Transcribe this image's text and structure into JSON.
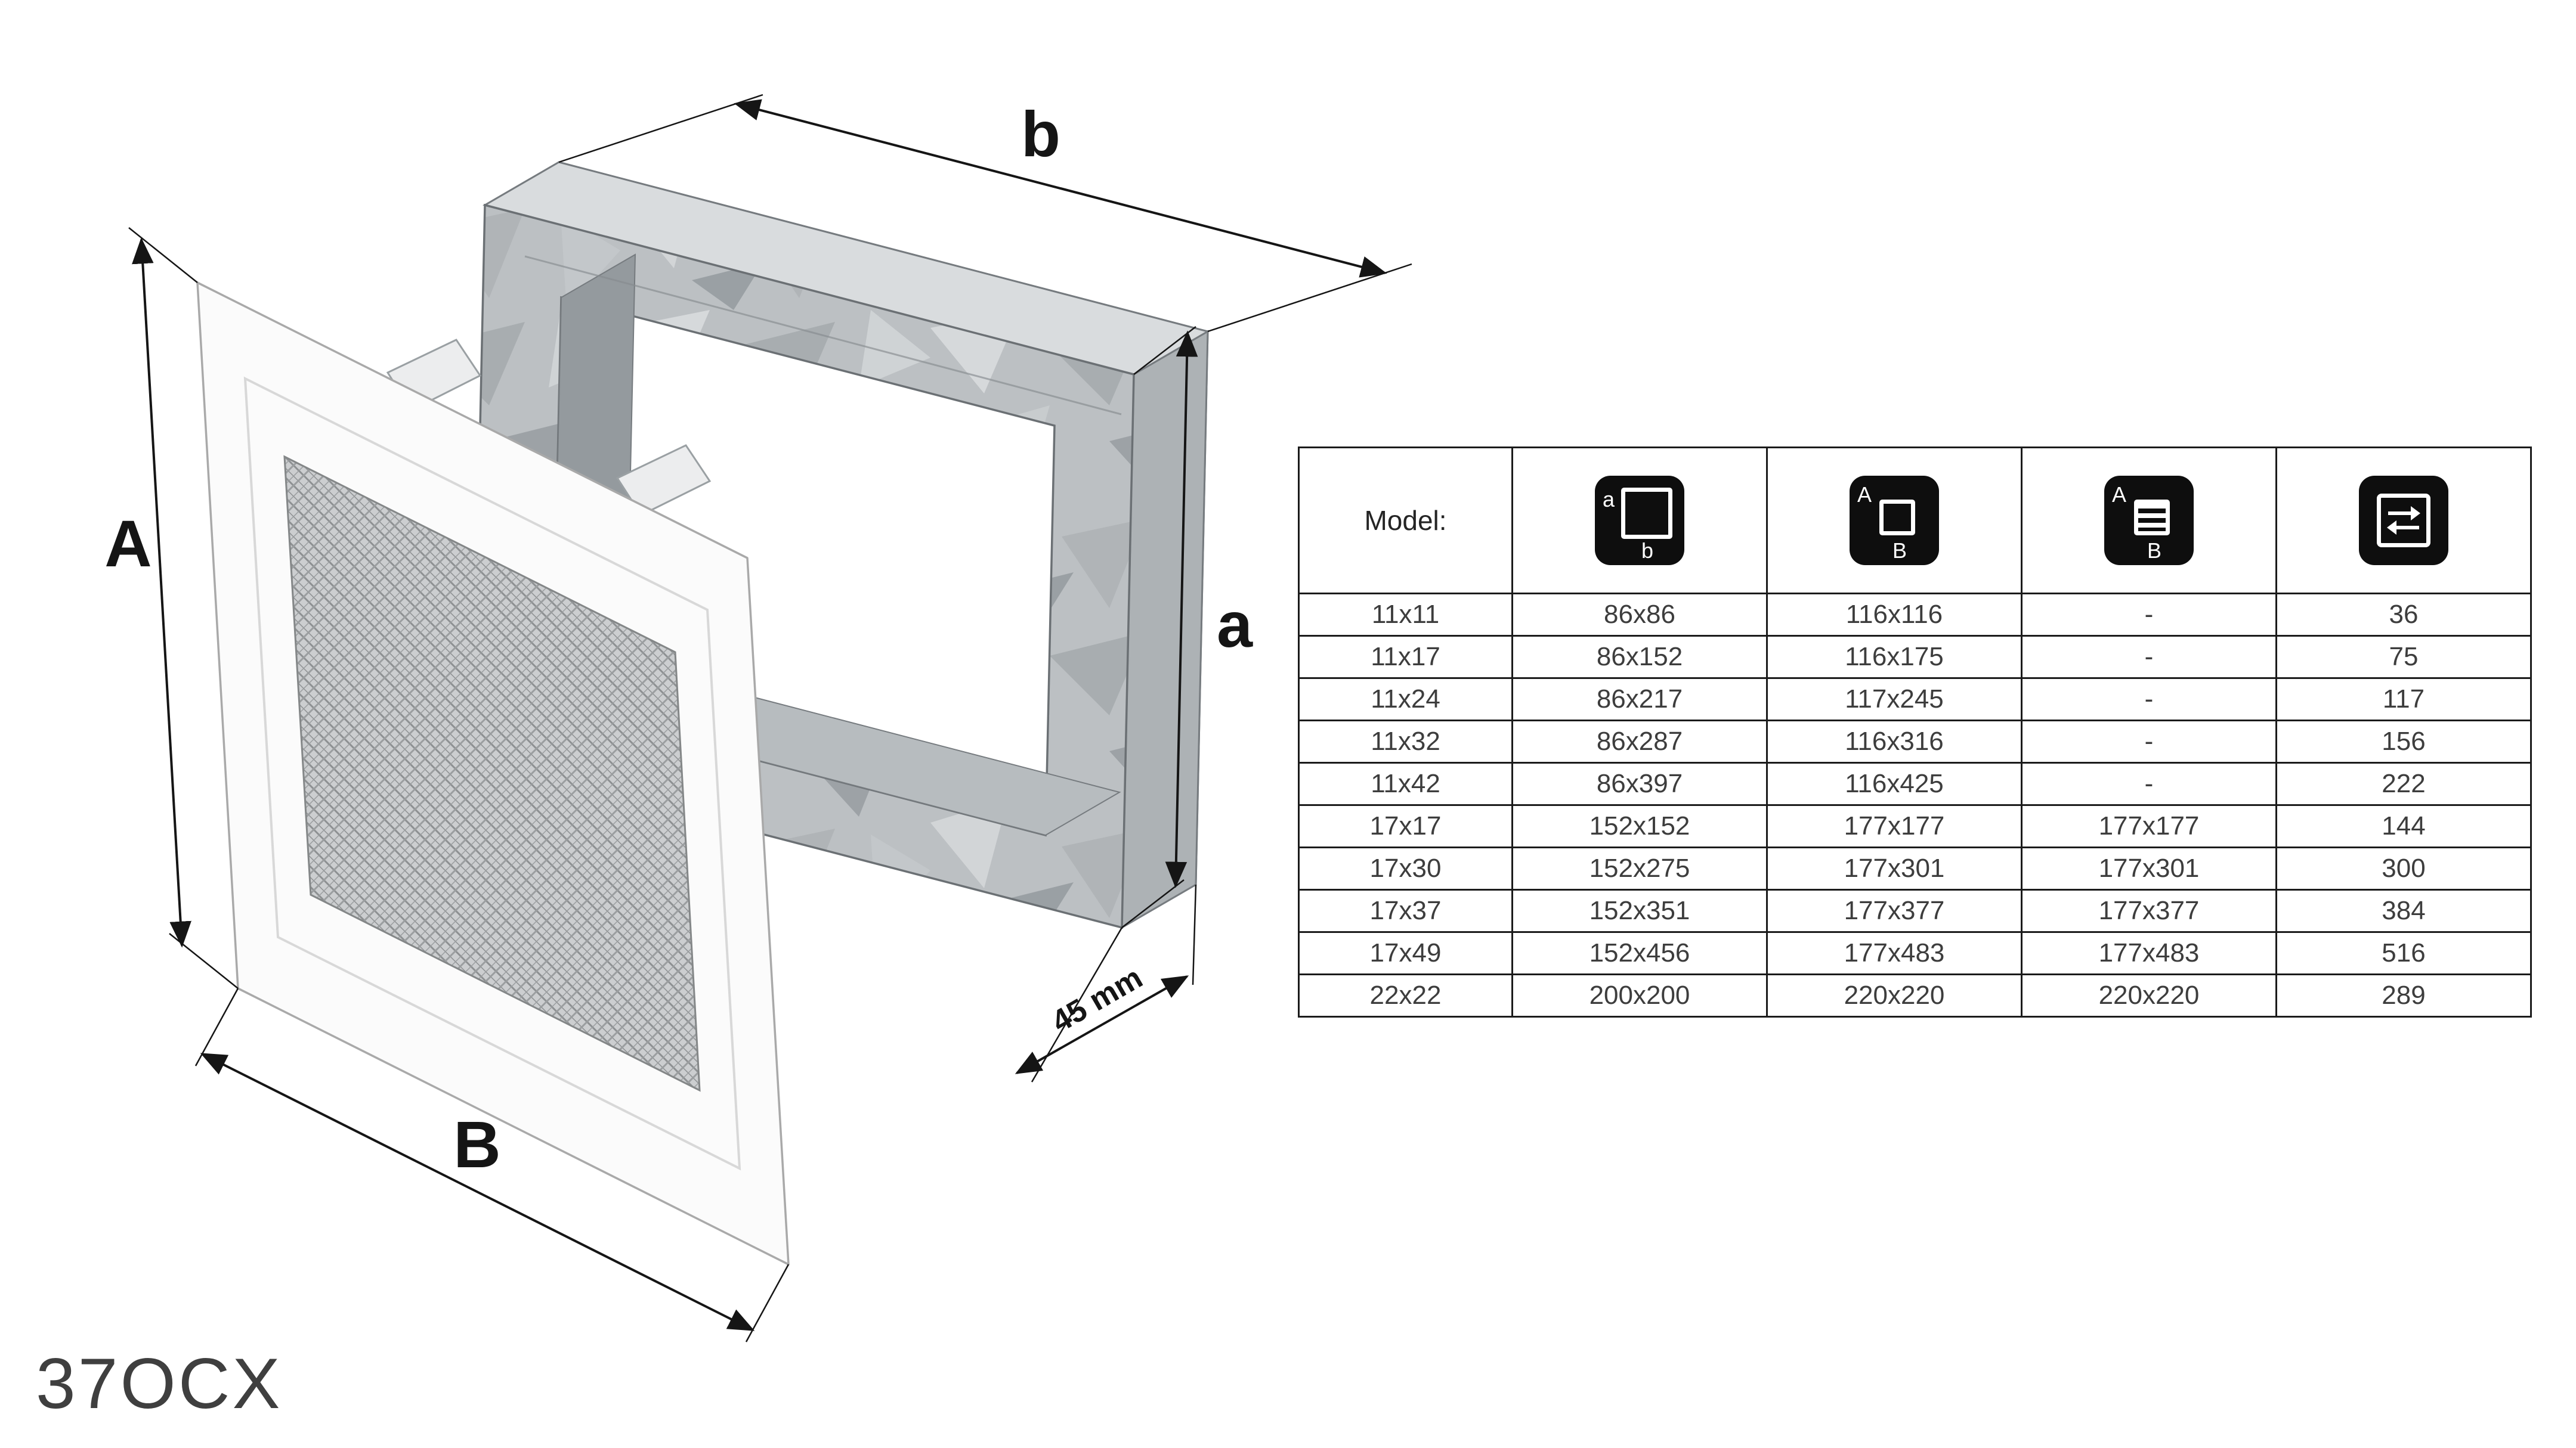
{
  "product_code": "37OCX",
  "diagram": {
    "dim_labels": {
      "grille_height": "A",
      "grille_width": "B",
      "frame_height": "a",
      "frame_width": "b",
      "frame_depth": "45 mm"
    }
  },
  "table": {
    "header": {
      "model_label": "Model:",
      "icons": [
        {
          "name": "inner-dimensions-icon",
          "top_label": "a",
          "bottom_label": "b"
        },
        {
          "name": "outer-dimensions-icon",
          "top_label": "A",
          "bottom_label": "B"
        },
        {
          "name": "louvered-dimensions-icon",
          "top_label": "A",
          "bottom_label": "B"
        },
        {
          "name": "airflow-icon"
        }
      ]
    },
    "rows": [
      {
        "model": "11x11",
        "inner": "86x86",
        "outer": "116x116",
        "louvered": "-",
        "area": "36"
      },
      {
        "model": "11x17",
        "inner": "86x152",
        "outer": "116x175",
        "louvered": "-",
        "area": "75"
      },
      {
        "model": "11x24",
        "inner": "86x217",
        "outer": "117x245",
        "louvered": "-",
        "area": "117"
      },
      {
        "model": "11x32",
        "inner": "86x287",
        "outer": "116x316",
        "louvered": "-",
        "area": "156"
      },
      {
        "model": "11x42",
        "inner": "86x397",
        "outer": "116x425",
        "louvered": "-",
        "area": "222"
      },
      {
        "model": "17x17",
        "inner": "152x152",
        "outer": "177x177",
        "louvered": "177x177",
        "area": "144"
      },
      {
        "model": "17x30",
        "inner": "152x275",
        "outer": "177x301",
        "louvered": "177x301",
        "area": "300"
      },
      {
        "model": "17x37",
        "inner": "152x351",
        "outer": "177x377",
        "louvered": "177x377",
        "area": "384"
      },
      {
        "model": "17x49",
        "inner": "152x456",
        "outer": "177x483",
        "louvered": "177x483",
        "area": "516"
      },
      {
        "model": "22x22",
        "inner": "200x200",
        "outer": "220x220",
        "louvered": "220x220",
        "area": "289"
      }
    ]
  },
  "colors": {
    "table_border": "#1b1b1b",
    "icon_background": "#0e0e0e",
    "dimension_lines": "#151515"
  }
}
